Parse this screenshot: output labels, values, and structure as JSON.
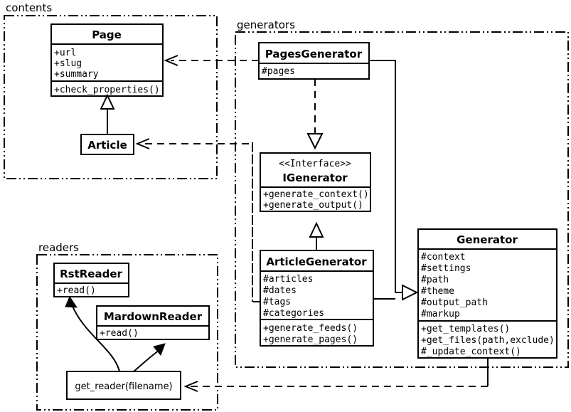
{
  "diagram": {
    "kind": "uml-class-diagram",
    "background": "#ffffff",
    "line_color": "#000000"
  },
  "packages": [
    {
      "id": "contents",
      "label": "contents"
    },
    {
      "id": "generators",
      "label": "generators"
    },
    {
      "id": "readers",
      "label": "readers"
    }
  ],
  "classes": {
    "page": {
      "name": "Page",
      "attributes": [
        "+url",
        "+slug",
        "+summary"
      ],
      "methods": [
        "+check_properties()"
      ]
    },
    "article": {
      "name": "Article",
      "attributes": [],
      "methods": []
    },
    "pages_generator": {
      "name": "PagesGenerator",
      "attributes": [
        "#pages"
      ],
      "methods": []
    },
    "igenerator": {
      "stereotype": "<<Interface>>",
      "name": "IGenerator",
      "attributes": [],
      "methods": [
        "+generate_context()",
        "+generate_output()"
      ]
    },
    "article_generator": {
      "name": "ArticleGenerator",
      "attributes": [
        "#articles",
        "#dates",
        "#tags",
        "#categories"
      ],
      "methods": [
        "+generate_feeds()",
        "+generate_pages()"
      ]
    },
    "generator": {
      "name": "Generator",
      "attributes": [
        "#context",
        "#settings",
        "#path",
        "#theme",
        "#output_path",
        "#markup"
      ],
      "methods": [
        "+get_templates()",
        "+get_files(path,exclude)",
        "#_update_context()"
      ]
    },
    "rst_reader": {
      "name": "RstReader",
      "attributes": [],
      "methods": [
        "+read()"
      ]
    },
    "mardown_reader": {
      "name": "MardownReader",
      "attributes": [],
      "methods": [
        "+read()"
      ]
    }
  },
  "functions": {
    "get_reader": {
      "label": "get_reader(filename)"
    }
  },
  "relations": [
    {
      "from": "pages_generator",
      "to": "page",
      "type": "dependency",
      "style": "dashed-open-arrow"
    },
    {
      "from": "article_generator",
      "to": "article",
      "type": "dependency",
      "style": "dashed-open-arrow"
    },
    {
      "from": "article",
      "to": "page",
      "type": "generalization",
      "style": "solid-hollow-triangle"
    },
    {
      "from": "pages_generator",
      "to": "igenerator",
      "type": "realization",
      "style": "dashed-hollow-triangle"
    },
    {
      "from": "article_generator",
      "to": "igenerator",
      "type": "generalization",
      "style": "solid-hollow-triangle"
    },
    {
      "from": "pages_generator",
      "to": "generator",
      "type": "generalization",
      "style": "solid-hollow-triangle"
    },
    {
      "from": "article_generator",
      "to": "generator",
      "type": "generalization",
      "style": "solid-hollow-triangle"
    },
    {
      "from": "generator",
      "to": "get_reader",
      "type": "dependency",
      "style": "dashed-open-arrow"
    },
    {
      "from": "get_reader",
      "to": "rst_reader",
      "type": "creates",
      "style": "curved-filled-arrow"
    },
    {
      "from": "get_reader",
      "to": "mardown_reader",
      "type": "creates",
      "style": "curved-filled-arrow"
    }
  ]
}
